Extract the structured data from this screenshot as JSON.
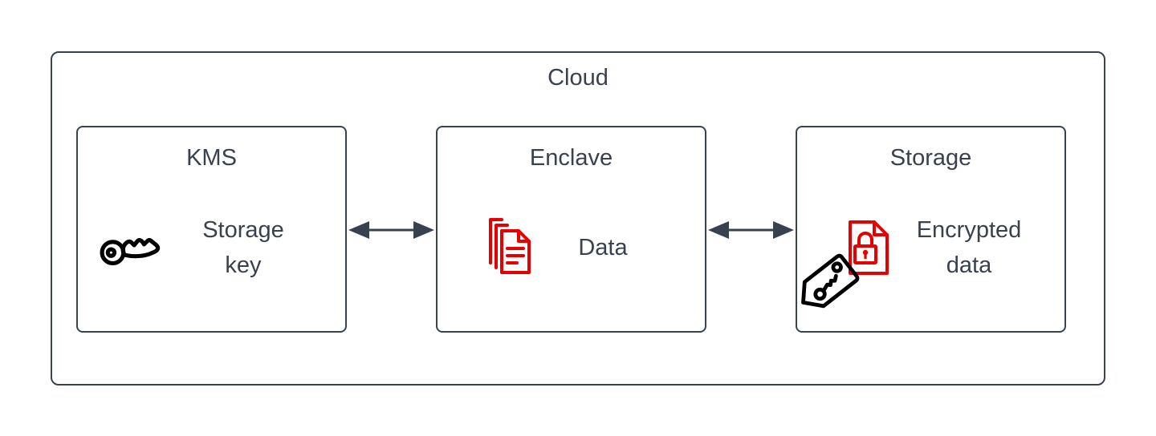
{
  "diagram": {
    "container": {
      "title": "Cloud"
    },
    "nodes": [
      {
        "title": "KMS",
        "label": "Storage key",
        "icon": "key-icon"
      },
      {
        "title": "Enclave",
        "label": "Data",
        "icon": "stacked-documents-icon"
      },
      {
        "title": "Storage",
        "label": "Encrypted data",
        "icon": "locked-document-and-key-tag-icon"
      }
    ],
    "connections": [
      {
        "from": "KMS",
        "to": "Enclave",
        "type": "bidirectional"
      },
      {
        "from": "Enclave",
        "to": "Storage",
        "type": "bidirectional"
      }
    ],
    "colors": {
      "stroke_and_text": "#3A414E",
      "icon_red": "#E60000",
      "icon_black": "#000000",
      "background": "#FFFFFF"
    }
  }
}
